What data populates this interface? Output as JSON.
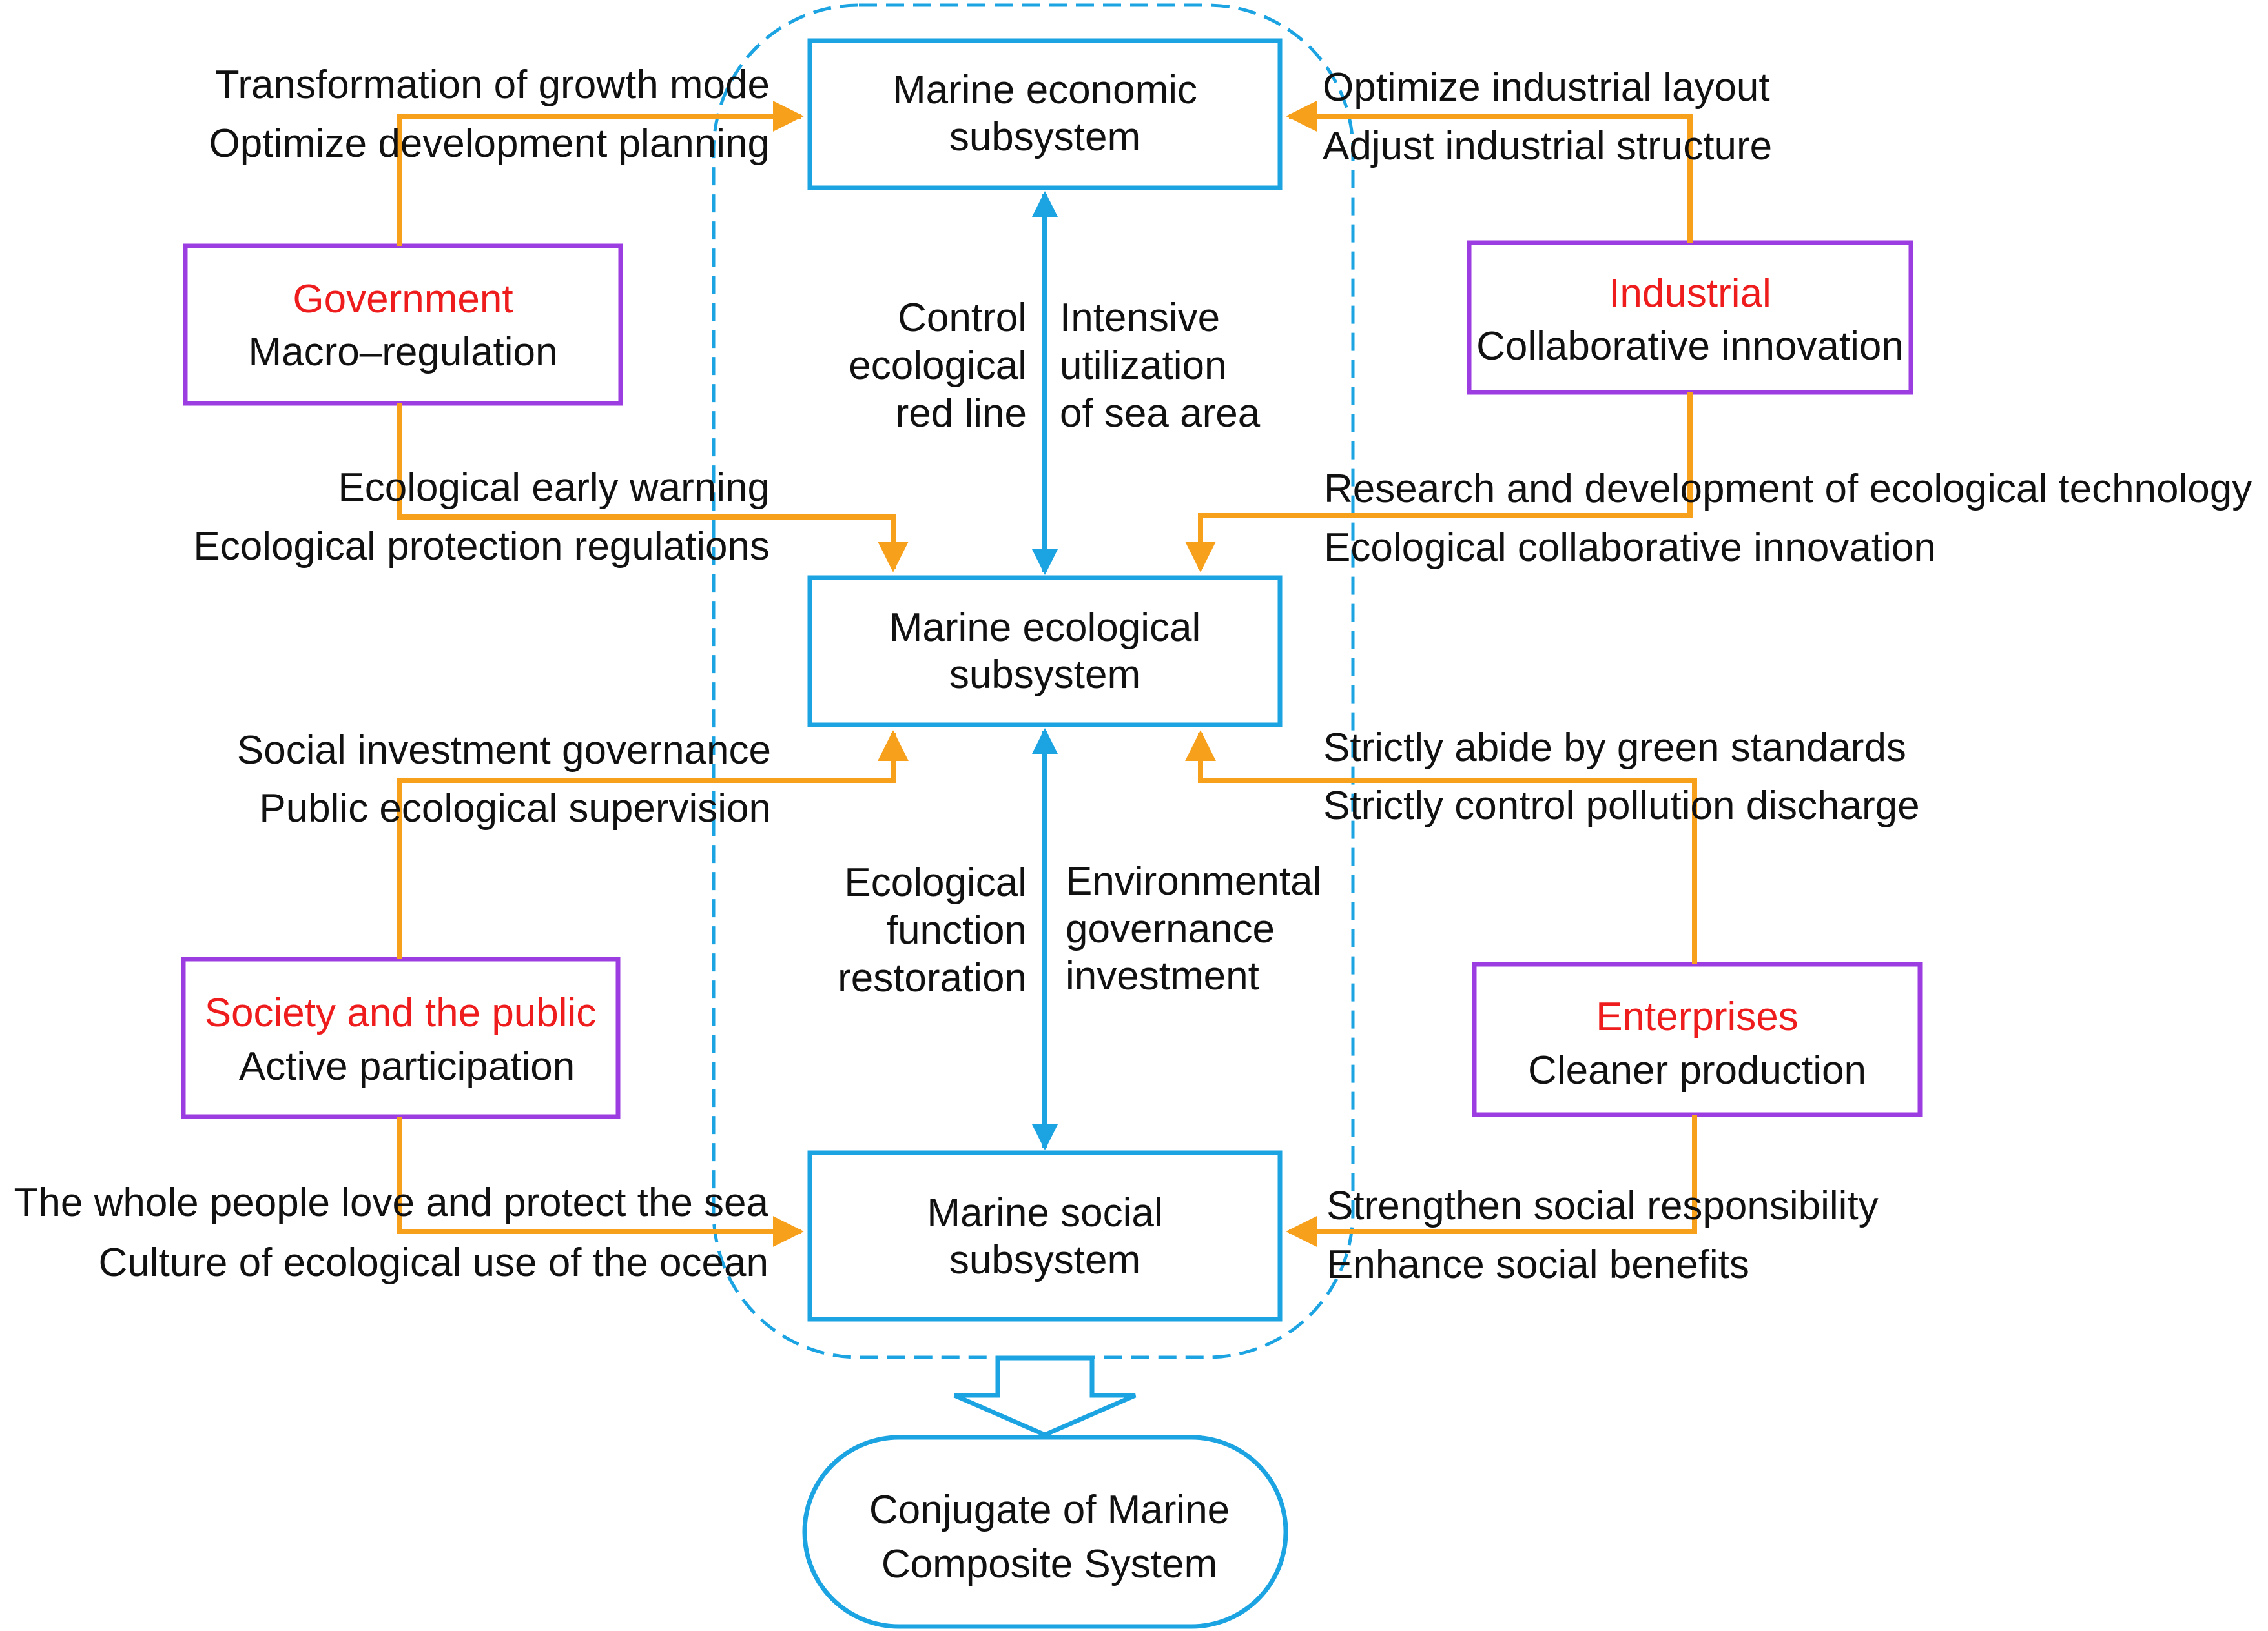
{
  "colors": {
    "subsystem_border": "#1ba3e2",
    "actor_border": "#9b3de0",
    "actor_title": "#ee1c1c",
    "orange_arrow": "#f7a01c",
    "blue_arrow": "#1ba3e2",
    "text": "#111111"
  },
  "subsystems": {
    "economic": [
      "Marine economic",
      "subsystem"
    ],
    "ecological": [
      "Marine ecological",
      "subsystem"
    ],
    "social": [
      "Marine social",
      "subsystem"
    ]
  },
  "result": [
    "Conjugate of Marine",
    "Composite System"
  ],
  "actors": {
    "government": {
      "title": "Government",
      "subtitle": "Macro–regulation"
    },
    "industrial": {
      "title": "Industrial",
      "subtitle": "Collaborative innovation"
    },
    "society": {
      "title": "Society and the public",
      "subtitle": "Active participation"
    },
    "enterprises": {
      "title": "Enterprises",
      "subtitle": "Cleaner production"
    }
  },
  "links": {
    "gov_to_economic": [
      "Transformation of growth mode",
      "Optimize development planning"
    ],
    "gov_to_ecological": [
      "Ecological early warning",
      "Ecological protection regulations"
    ],
    "ind_to_economic": [
      "Optimize industrial layout",
      "Adjust industrial structure"
    ],
    "ind_to_ecological": [
      "Research and development of ecological technology",
      "Ecological collaborative innovation"
    ],
    "soc_to_ecological": [
      "Social investment governance",
      "Public ecological supervision"
    ],
    "soc_to_social": [
      "The whole people love and protect the sea",
      "Culture of ecological use of the ocean"
    ],
    "ent_to_ecological": [
      "Strictly abide by green standards",
      "Strictly control pollution discharge"
    ],
    "ent_to_social": [
      "Strengthen social responsibility",
      "Enhance social benefits"
    ]
  },
  "center_links": {
    "econ_eco_left": [
      "Control",
      "ecological",
      "red line"
    ],
    "econ_eco_right": [
      "Intensive",
      "utilization",
      "of sea area"
    ],
    "eco_soc_left": [
      "Ecological",
      "function",
      "restoration"
    ],
    "eco_soc_right": [
      "Environmental",
      "governance",
      "investment"
    ]
  }
}
